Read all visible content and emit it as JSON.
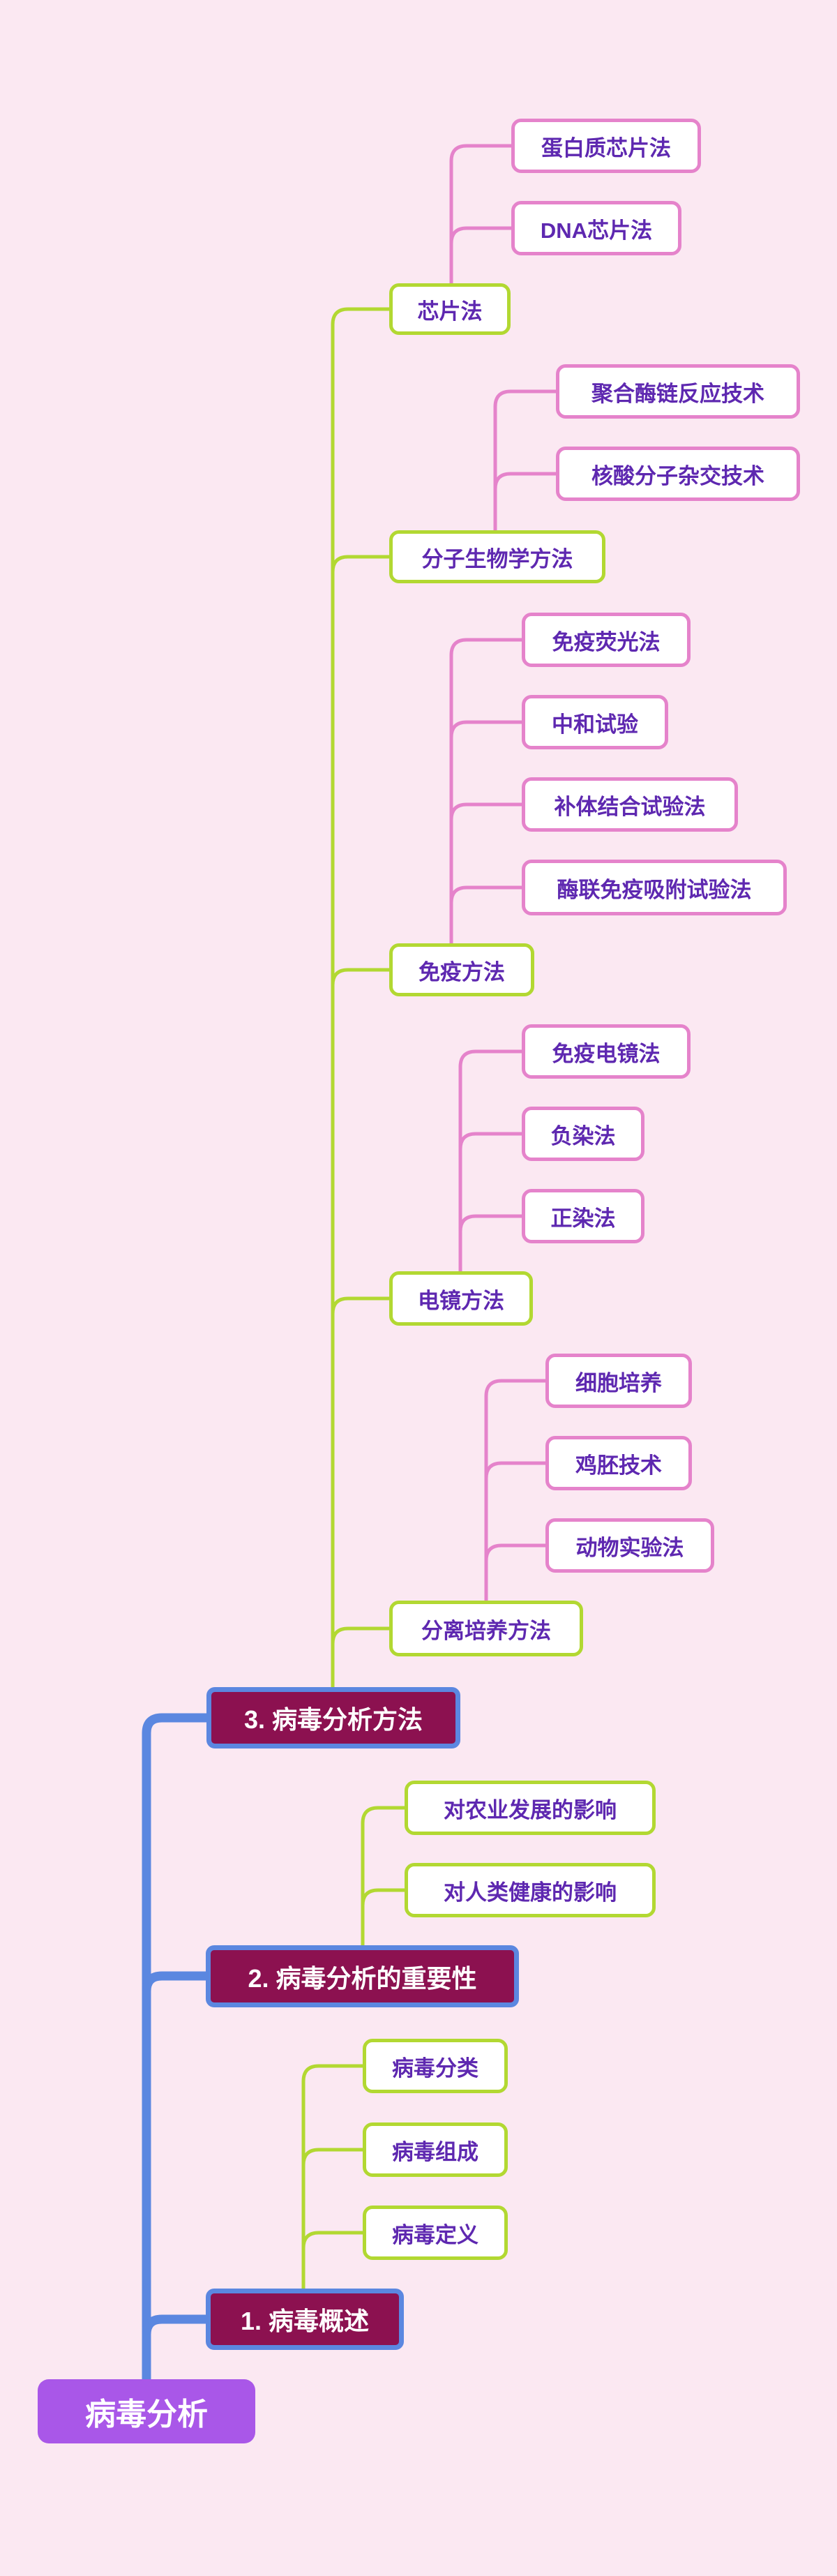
{
  "title": "病毒分析",
  "colors": {
    "background": "#fbe8f2",
    "trunk_blue": "#5b87e0",
    "branch_green": "#b2d832",
    "branch_pink": "#e583cb",
    "topic_bg": "#8c1150",
    "topic_border": "#5b87e0",
    "root_bg": "#a957e8",
    "node_text_purple": "#5e28b0",
    "topic_text": "#ffffff"
  },
  "root": {
    "label": "病毒分析"
  },
  "topics": [
    {
      "label": "1. 病毒概述",
      "children": [
        {
          "label": "病毒分类"
        },
        {
          "label": "病毒组成"
        },
        {
          "label": "病毒定义"
        }
      ]
    },
    {
      "label": "2. 病毒分析的重要性",
      "children": [
        {
          "label": "对农业发展的影响"
        },
        {
          "label": "对人类健康的影响"
        }
      ]
    },
    {
      "label": "3. 病毒分析方法",
      "children": [
        {
          "label": "芯片法",
          "children": [
            {
              "label": "蛋白质芯片法"
            },
            {
              "label": "DNA芯片法"
            }
          ]
        },
        {
          "label": "分子生物学方法",
          "children": [
            {
              "label": "聚合酶链反应技术"
            },
            {
              "label": "核酸分子杂交技术"
            }
          ]
        },
        {
          "label": "免疫方法",
          "children": [
            {
              "label": "免疫荧光法"
            },
            {
              "label": "中和试验"
            },
            {
              "label": "补体结合试验法"
            },
            {
              "label": "酶联免疫吸附试验法"
            }
          ]
        },
        {
          "label": "电镜方法",
          "children": [
            {
              "label": "免疫电镜法"
            },
            {
              "label": "负染法"
            },
            {
              "label": "正染法"
            }
          ]
        },
        {
          "label": "分离培养方法",
          "children": [
            {
              "label": "细胞培养"
            },
            {
              "label": "鸡胚技术"
            },
            {
              "label": "动物实验法"
            }
          ]
        }
      ]
    }
  ]
}
